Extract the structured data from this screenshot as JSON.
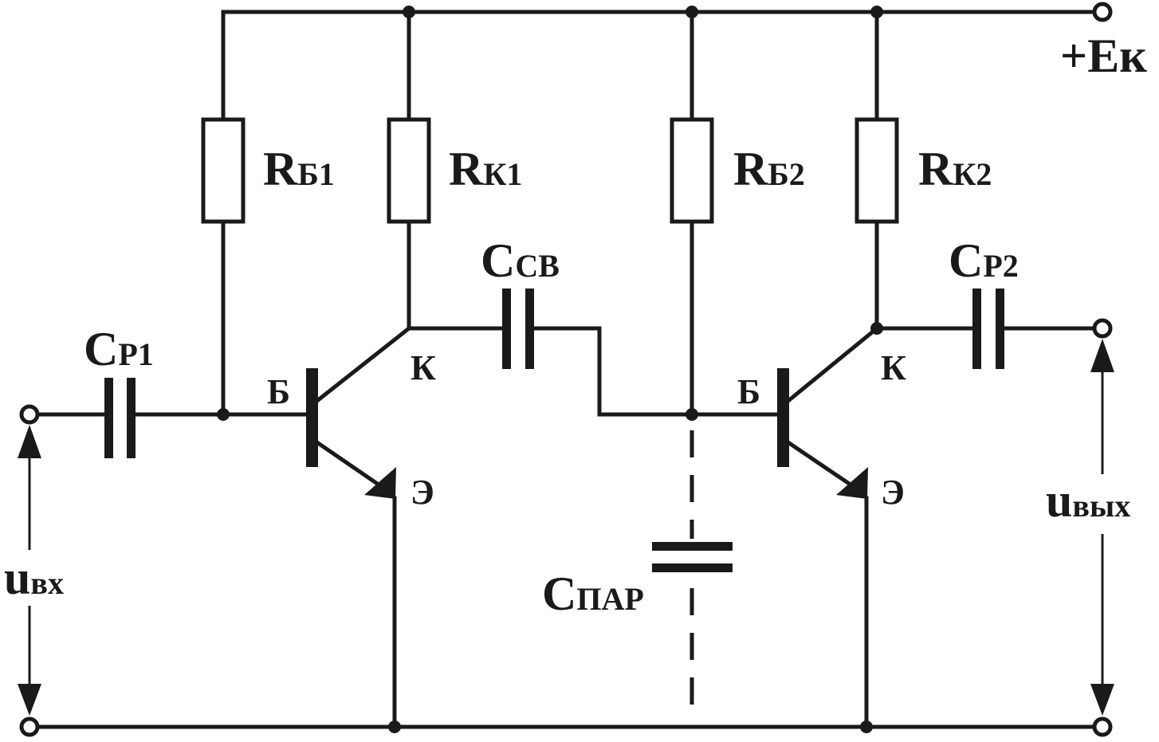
{
  "labels": {
    "supply": "+Eк",
    "rb1": {
      "main": "R",
      "sub": "Б1"
    },
    "rk1": {
      "main": "R",
      "sub": "К1"
    },
    "rb2": {
      "main": "R",
      "sub": "Б2"
    },
    "rk2": {
      "main": "R",
      "sub": "К2"
    },
    "cp1": {
      "main": "C",
      "sub": "Р1"
    },
    "ccv": {
      "main": "C",
      "sub": "СВ"
    },
    "cp2": {
      "main": "C",
      "sub": "Р2"
    },
    "cpar": {
      "main": "C",
      "sub": "ПАР"
    },
    "t1_base": "Б",
    "t1_collector": "К",
    "t1_emitter": "Э",
    "t2_base": "Б",
    "t2_collector": "К",
    "t2_emitter": "Э",
    "u_in": {
      "main": "u",
      "sub": "вх"
    },
    "u_out": {
      "main": "u",
      "sub": "вых"
    }
  }
}
